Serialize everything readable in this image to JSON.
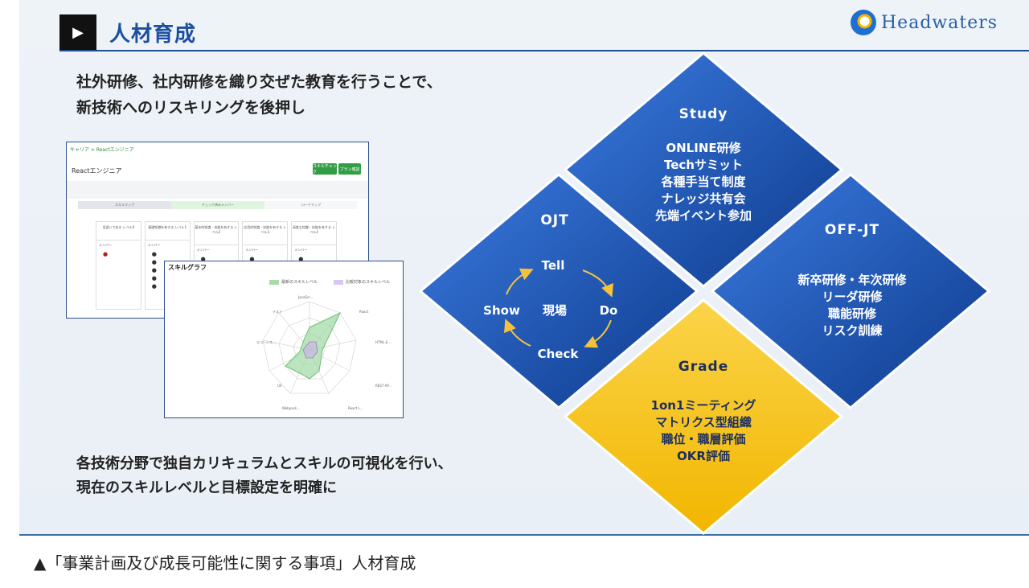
{
  "header": {
    "title": "人材育成",
    "logo_text": "Headwaters"
  },
  "headline": {
    "line1": "社外研修、社内研修を織り交ぜた教育を行うことで、",
    "line2": "新技術へのリスキリングを後押し"
  },
  "note": {
    "line1": "各技術分野で独自カリキュラムとスキルの可視化を行い、",
    "line2": "現在のスキルレベルと目標設定を明確に"
  },
  "shot1": {
    "crumb": "キャリア > Reactエンジニア",
    "title": "Reactエンジニア",
    "button1": "スキルチェック",
    "button2": "プラン確認",
    "tabs": [
      "スキルマップ",
      "チェック済みメンバー",
      "ロードマップ"
    ],
    "columns": [
      {
        "head": "見習いである レベル0",
        "member": "メンバー"
      },
      {
        "head": "基礎知識を有する レベル1",
        "member": "メンバー"
      },
      {
        "head": "基本的知識・技能を有する レベル2",
        "member": "メンバー"
      },
      {
        "head": "応用的知識・技能を有する レベル3",
        "member": "メンバー"
      },
      {
        "head": "高度な知識・技能を有する レベル4",
        "member": "メンバー"
      }
    ]
  },
  "shot2": {
    "title": "スキルグラフ",
    "legend1": "最新のスキルレベル",
    "legend2": "比較対象のスキルレベル",
    "axes": [
      "JavaScr...",
      "React",
      "HTML & ...",
      "REST AP...",
      "React L...",
      "Webpack...",
      "UX",
      "エコーシス...",
      "テスト"
    ]
  },
  "diamonds": {
    "study": {
      "head": "Study",
      "items": [
        "ONLINE研修",
        "Techサミット",
        "各種手当て制度",
        "ナレッジ共有会",
        "先端イベント参加"
      ]
    },
    "ojt": {
      "head": "OJT",
      "tell": "Tell",
      "do": "Do",
      "check": "Check",
      "show": "Show",
      "center": "現場"
    },
    "offjt": {
      "head": "OFF-JT",
      "items": [
        "新卒研修・年次研修",
        "リーダ研修",
        "職能研修",
        "リスク訓練"
      ]
    },
    "grade": {
      "head": "Grade",
      "items": [
        "1on1ミーティング",
        "マトリクス型組織",
        "職位・職層評価",
        "OKR評価"
      ]
    }
  },
  "colors": {
    "blue_dark": "#0d3a8c",
    "blue_light": "#3b7be0",
    "gold_light": "#fbd44a",
    "gold_dark": "#f2b600"
  },
  "caption": "▲「事業計画及び成長可能性に関する事項」人材育成"
}
